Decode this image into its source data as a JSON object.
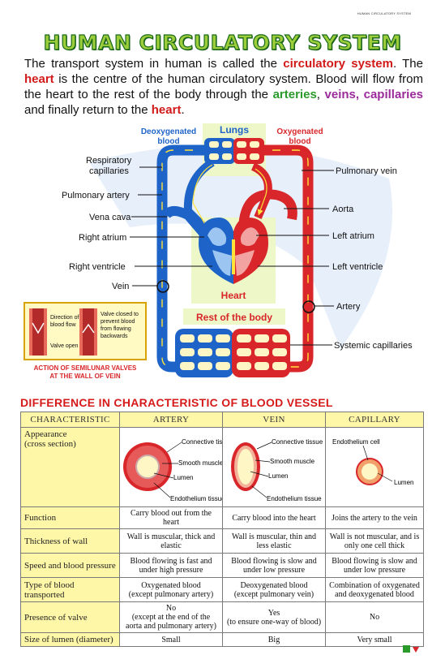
{
  "header": {
    "tag": "HUMAN CIRCULATORY SYSTEM"
  },
  "title": "HUMAN CIRCULATORY SYSTEM",
  "intro": {
    "t1": "The transport system in human is called the ",
    "circulatory_system": "circulatory system",
    "t2": ". The ",
    "heart": "heart",
    "t3": " is the centre of the human circulatory system. Blood will flow from the heart to the rest of the body through the ",
    "arteries": "arteries",
    "comma1": ", ",
    "veins": "veins",
    "comma2": ",",
    "capillaries": "capillaries",
    "t4": " and finally return to the ",
    "heart2": "heart",
    "t5": "."
  },
  "diagram": {
    "deoxygenated": [
      "Deoxygenated",
      "blood"
    ],
    "oxygenated": [
      "Oxygenated",
      "blood"
    ],
    "lungs": "Lungs",
    "heart": "Heart",
    "rest_of_body": "Rest of the body",
    "left_labels": {
      "respiratory_capillaries": [
        "Respiratory",
        "capillaries"
      ],
      "pulmonary_artery": "Pulmonary artery",
      "vena_cava": "Vena cava",
      "right_atrium": "Right atrium",
      "right_ventricle": "Right ventricle",
      "vein": "Vein"
    },
    "right_labels": {
      "pulmonary_vein": "Pulmonary vein",
      "aorta": "Aorta",
      "left_atrium": "Left atrium",
      "left_ventricle": "Left ventricle",
      "artery": "Artery",
      "systemic_capillaries": "Systemic capillaries"
    },
    "valve_box": {
      "direction": [
        "Direction of",
        "blood flow"
      ],
      "valve_open": "Valve open",
      "valve_closed": [
        "Valve closed to",
        "prevent blood",
        "from flowing",
        "backwards"
      ],
      "caption": [
        "ACTION OF SEMILUNAR VALVES",
        "AT THE WALL OF VEIN"
      ]
    }
  },
  "difference_title": "DIFFERENCE IN CHARACTERISTIC OF BLOOD VESSEL",
  "table": {
    "headers": [
      "CHARACTERISTIC",
      "ARTERY",
      "VEIN",
      "CAPILLARY"
    ],
    "appearance_label": [
      "Appearance",
      "(cross section)"
    ],
    "artery_labels": {
      "connective": "Connective tissue",
      "smooth": "Smooth muscle",
      "lumen": "Lumen",
      "endothelium": "Endothelium tissue"
    },
    "vein_labels": {
      "connective": "Connective tissue",
      "smooth": "Smooth muscle",
      "lumen": "Lumen",
      "endothelium": "Endothelium tissue"
    },
    "capillary_labels": {
      "endothelium": "Endothelium cell",
      "lumen": "Lumen"
    },
    "rows": [
      {
        "label": "Function",
        "artery": [
          "Carry blood out from the heart"
        ],
        "vein": [
          "Carry blood into the heart"
        ],
        "capillary": [
          "Joins the artery to the vein"
        ]
      },
      {
        "label": "Thickness of wall",
        "artery": [
          "Wall is muscular, thick and",
          "elastic"
        ],
        "vein": [
          "Wall is muscular, thin and",
          "less elastic"
        ],
        "capillary": [
          "Wall is not muscular, and is",
          "only one cell thick"
        ]
      },
      {
        "label": "Speed and blood pressure",
        "artery": [
          "Blood flowing is fast and",
          "under high pressure"
        ],
        "vein": [
          "Blood flowing is slow and",
          "under low pressure"
        ],
        "capillary": [
          "Blood flowing is slow and",
          "under low pressure"
        ]
      },
      {
        "label": "Type of blood transported",
        "artery": [
          "Oxygenated blood",
          "(except pulmonary artery)"
        ],
        "vein": [
          "Deoxygenated blood",
          "(except pulmonary vein)"
        ],
        "capillary": [
          "Combination of oxygenated",
          "and deoxygenated blood"
        ]
      },
      {
        "label": "Presence of valve",
        "artery": [
          "No",
          "(except at the end of the",
          "aorta and pulmonary artery)"
        ],
        "vein": [
          "Yes",
          "(to ensure one-way of blood)"
        ],
        "capillary": [
          "No"
        ]
      },
      {
        "label": "Size of lumen (diameter)",
        "artery": [
          "Small"
        ],
        "vein": [
          "Big"
        ],
        "capillary": [
          "Very small"
        ]
      }
    ]
  },
  "colors": {
    "oxygenated": "#d8262a",
    "deoxygenated": "#1e63c8",
    "title_fill": "#9ccd3a",
    "table_header_bg": "#fff7a8",
    "diff_title": "#d61a1a"
  }
}
